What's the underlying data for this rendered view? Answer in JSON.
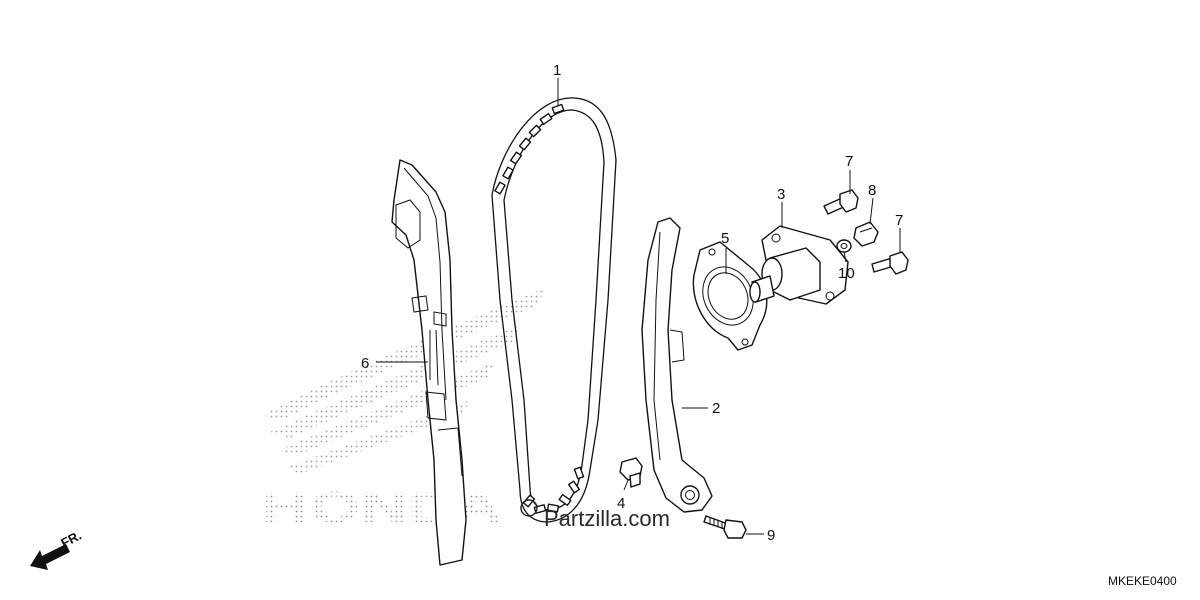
{
  "diagram": {
    "diagram_code": "MKEKE0400",
    "direction_label": "FR.",
    "watermark": "Partzilla.com",
    "background_logo": "HONDA",
    "callouts": {
      "chain": "1",
      "tensioner_guide": "2",
      "tensioner_lifter": "3",
      "guide_bolt": "4",
      "gasket": "5",
      "chain_guide": "6",
      "bolt_upper": "7",
      "sealing_bolt": "8",
      "pivot_bolt": "9",
      "washer": "10",
      "bolt_lower": "7"
    }
  }
}
